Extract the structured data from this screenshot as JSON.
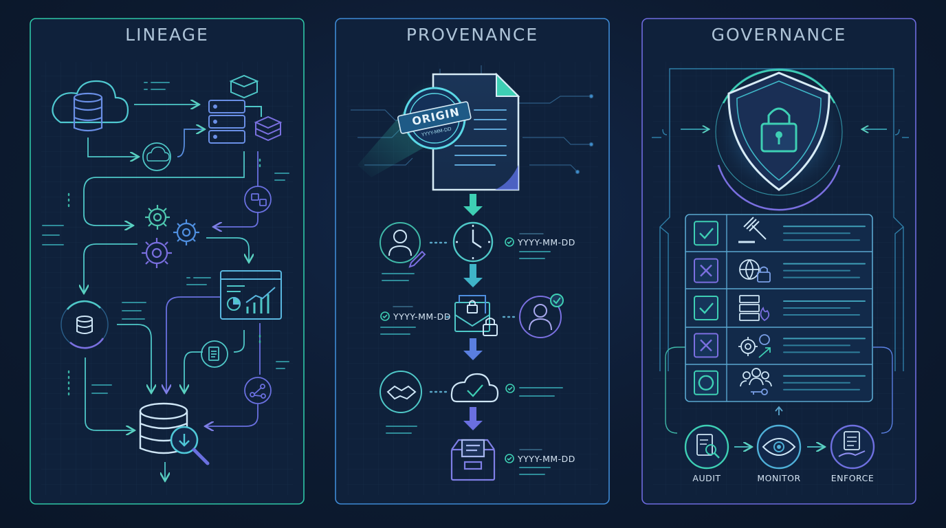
{
  "panels": {
    "lineage": {
      "title": "LINEAGE"
    },
    "provenance": {
      "title": "PROVENANCE",
      "stamp_label": "ORIGIN",
      "stamp_date": "YYYY-MM-DD",
      "dates": [
        "YYYY-MM-DD",
        "YYYY-MM-DD",
        "YYYY-MM-DD"
      ]
    },
    "governance": {
      "title": "GOVERNANCE",
      "policy_rows": [
        {
          "status": "checked",
          "icon": "gavel-icon"
        },
        {
          "status": "crossed",
          "icon": "globe-lock-icon"
        },
        {
          "status": "checked",
          "icon": "server-fire-icon"
        },
        {
          "status": "crossed",
          "icon": "gears-arrow-icon"
        },
        {
          "status": "empty",
          "icon": "users-key-icon"
        }
      ],
      "actions": [
        "AUDIT",
        "MONITOR",
        "ENFORCE"
      ]
    }
  },
  "colors": {
    "background": "#0c1a2e",
    "teal": "#3ecfb4",
    "blue": "#4f8fe0",
    "purple": "#7b6fe0",
    "line": "#5bc0d8"
  }
}
